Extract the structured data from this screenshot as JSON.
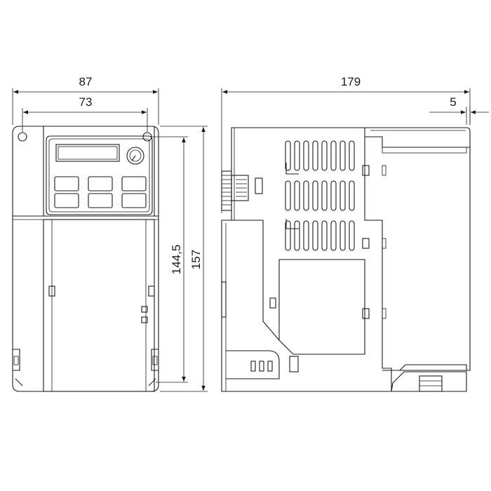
{
  "dimensions": {
    "overall_width": "87",
    "hole_spacing_width": "73",
    "overall_depth": "179",
    "protrusion": "5",
    "hole_spacing_height": "144,5",
    "overall_height": "157"
  }
}
